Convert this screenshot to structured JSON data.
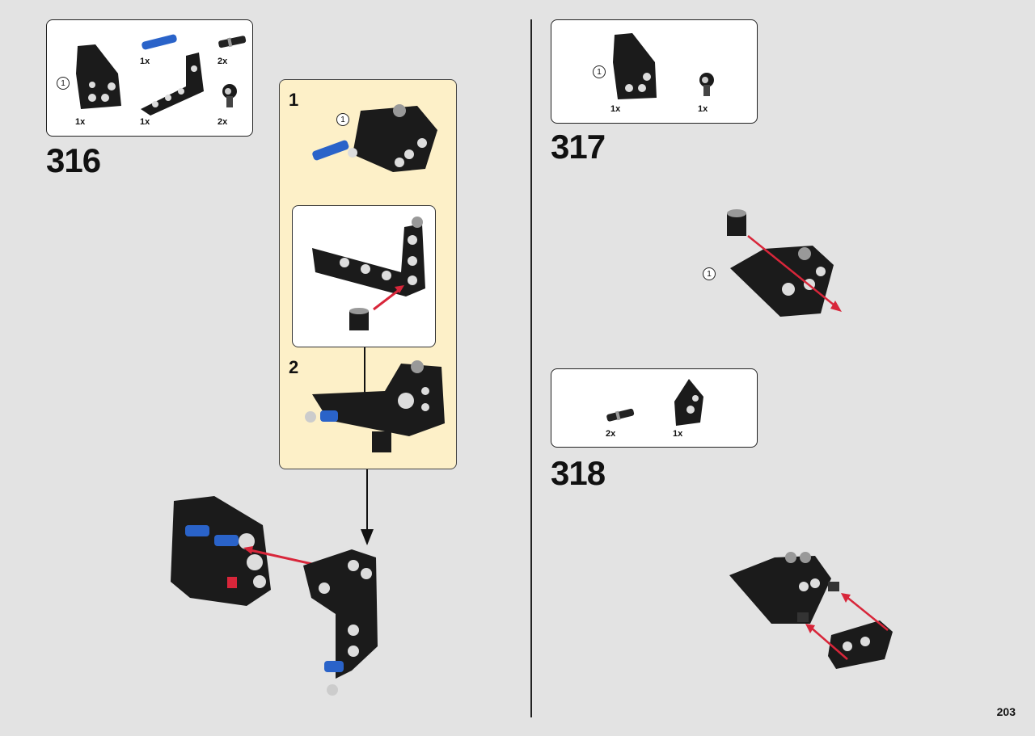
{
  "page_number": "203",
  "colors": {
    "beam": "#1b1b1b",
    "pin_blue": "#2a63c9",
    "arrow_red": "#d8263a",
    "panel_bg": "#fdf0c8"
  },
  "step_316": {
    "number": "316",
    "parts": [
      {
        "icon": "angled-beam-part",
        "qty": "1x",
        "callout": "1"
      },
      {
        "icon": "blue-axle-pin-part",
        "qty": "1x"
      },
      {
        "icon": "l-beam-part",
        "qty": "1x"
      },
      {
        "icon": "black-friction-pin-part",
        "qty": "2x"
      },
      {
        "icon": "axle-connector-part",
        "qty": "2x"
      }
    ],
    "sub_steps": [
      {
        "number": "1",
        "callout": "1"
      },
      {
        "number": "2"
      }
    ]
  },
  "step_317": {
    "number": "317",
    "parts": [
      {
        "icon": "angled-beam-part",
        "qty": "1x",
        "callout": "1"
      },
      {
        "icon": "axle-connector-part",
        "qty": "1x"
      }
    ],
    "callout": "1"
  },
  "step_318": {
    "number": "318",
    "parts": [
      {
        "icon": "black-friction-pin-part",
        "qty": "2x"
      },
      {
        "icon": "curved-panel-part",
        "qty": "1x"
      }
    ]
  }
}
